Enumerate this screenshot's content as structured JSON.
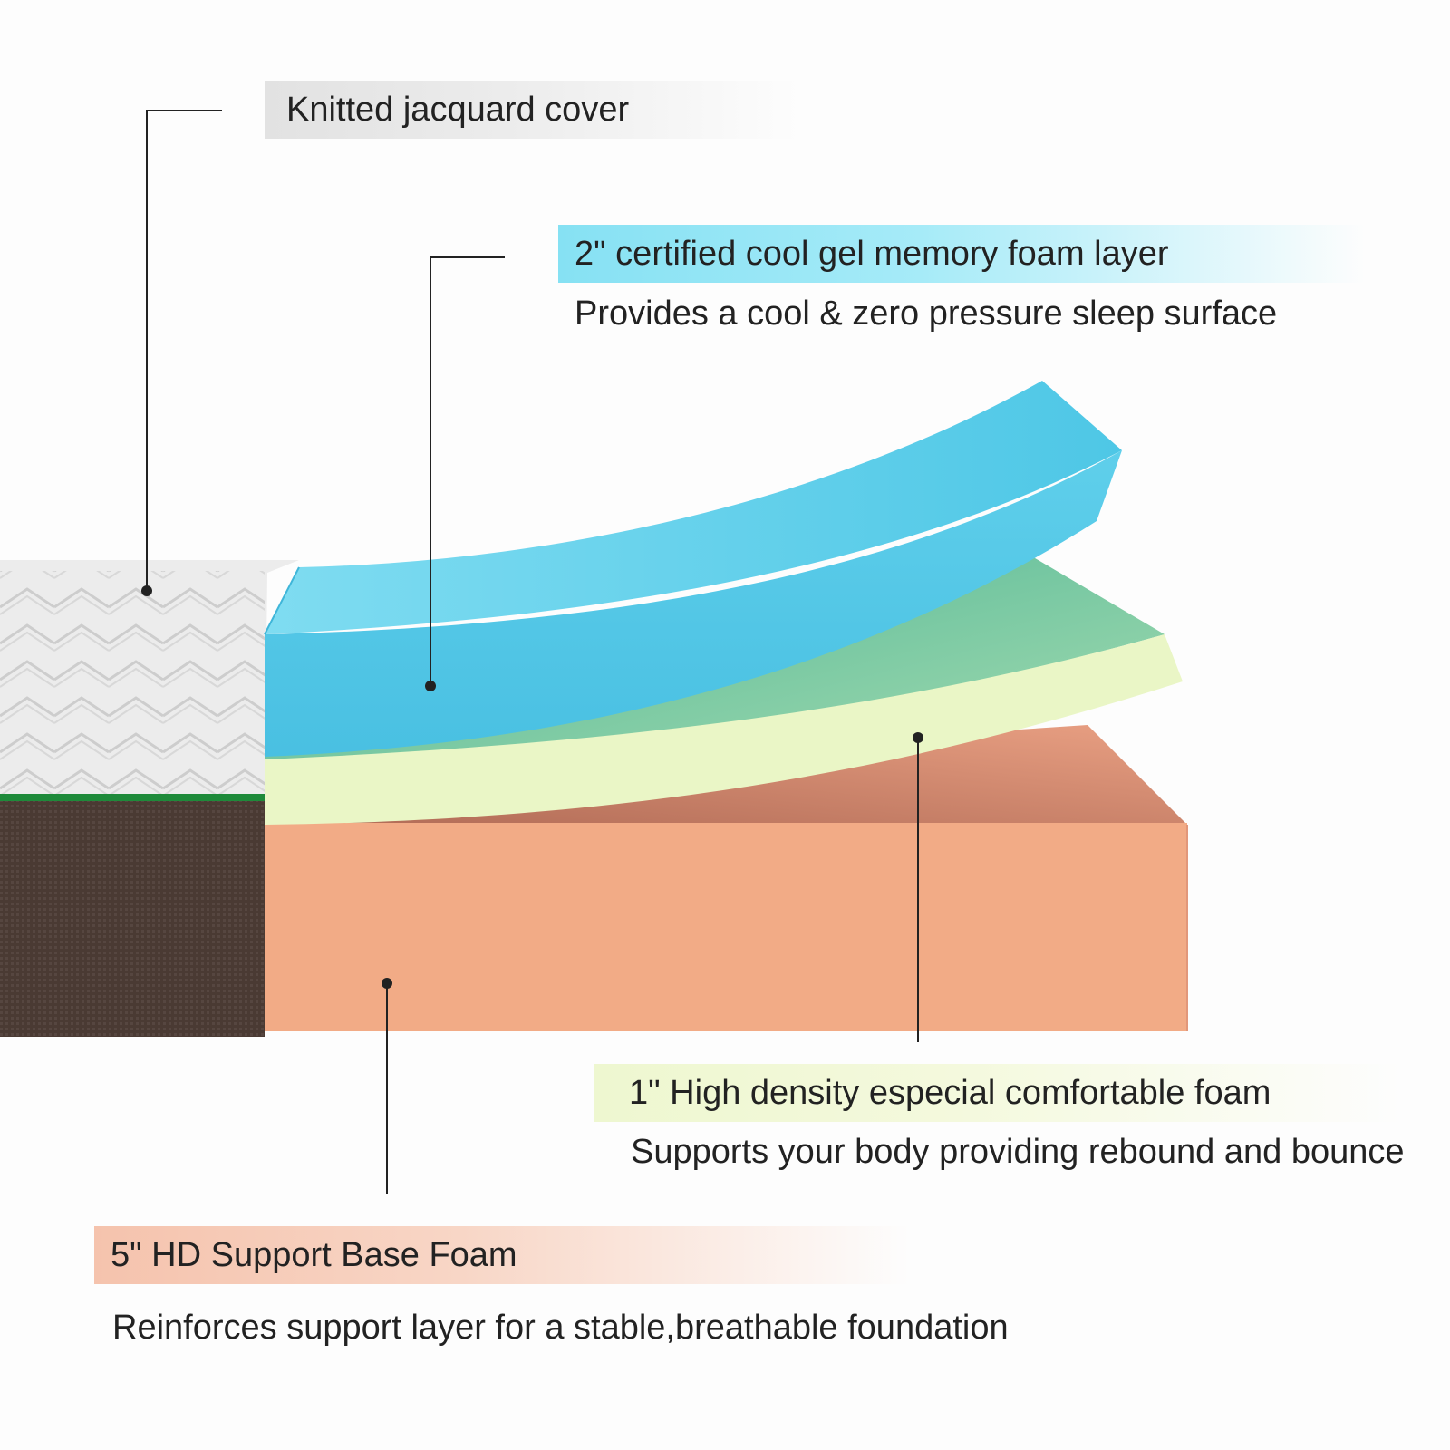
{
  "labels": {
    "cover": {
      "title": "Knitted jacquard cover"
    },
    "gel_layer": {
      "title": "2\" certified cool gel memory foam layer",
      "description": "Provides a cool & zero pressure sleep surface",
      "color": "#5fd3ec"
    },
    "comfort_layer": {
      "title": "1\" High density especial comfortable foam",
      "description": "Supports your body providing rebound and bounce",
      "color": "#eaf6c6"
    },
    "base_layer": {
      "title": "5\" HD Support Base Foam",
      "description": "Reinforces support layer for a stable,breathable foundation",
      "color": "#f2a884"
    }
  },
  "colors": {
    "cover_white": "#e9e9e9",
    "cover_band": "#1e8a3a",
    "side_fabric": "#4a3a33",
    "callout_line": "#222222"
  }
}
